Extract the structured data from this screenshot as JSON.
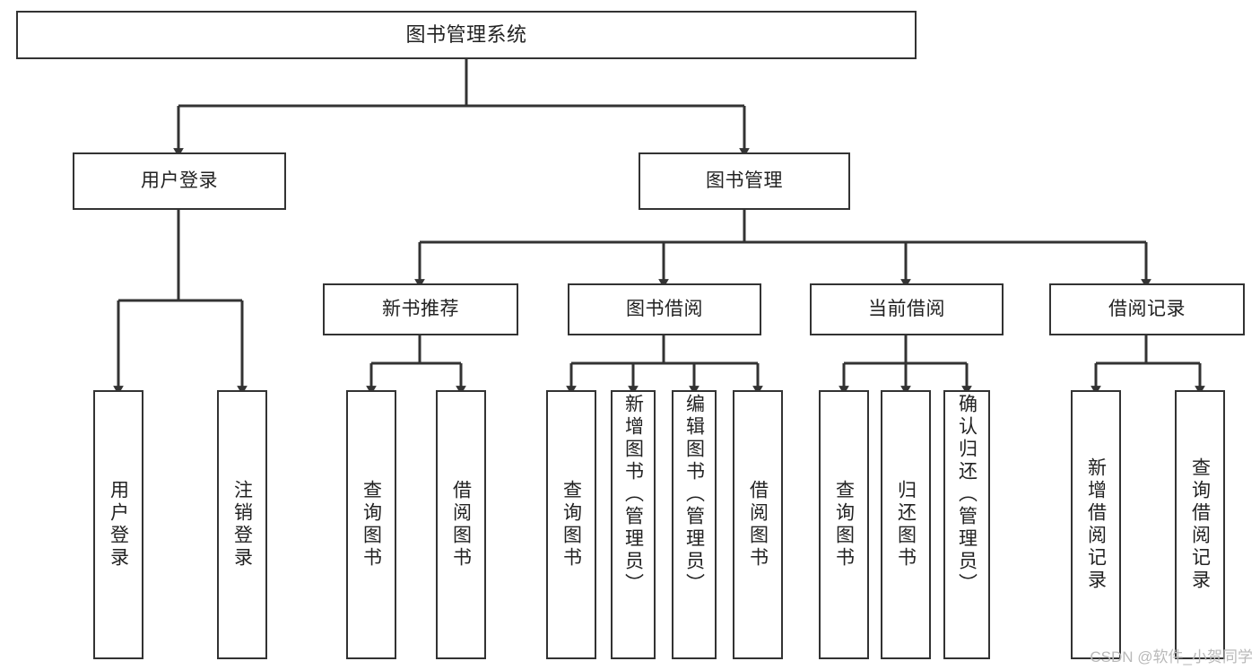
{
  "diagram": {
    "type": "tree",
    "title": "图书管理系统",
    "orientation": "top-down",
    "colors": {
      "box_border": "#333333",
      "box_fill": "#ffffff",
      "edge": "#333333",
      "text": "#222222",
      "watermark": "#b9b9b9",
      "background": "#ffffff"
    }
  },
  "watermark": {
    "text": "CSDN @软件_小贺同学"
  },
  "nodes": {
    "root": {
      "label": "图书管理系统",
      "level": 0,
      "orientation": "horizontal"
    },
    "level2": [
      {
        "id": "user-login",
        "label": "用户登录",
        "level": 1,
        "orientation": "horizontal"
      },
      {
        "id": "book-manage",
        "label": "图书管理",
        "level": 1,
        "orientation": "horizontal"
      }
    ],
    "level3": [
      {
        "id": "new-book-recommend",
        "label": "新书推荐",
        "level": 2,
        "orientation": "horizontal"
      },
      {
        "id": "book-borrow",
        "label": "图书借阅",
        "level": 2,
        "orientation": "horizontal"
      },
      {
        "id": "current-borrow",
        "label": "当前借阅",
        "level": 2,
        "orientation": "horizontal"
      },
      {
        "id": "borrow-record",
        "label": "借阅记录",
        "level": 2,
        "orientation": "horizontal"
      }
    ],
    "leaves": {
      "user_login": [
        {
          "id": "leaf-user-login",
          "label": "用户登录"
        },
        {
          "id": "leaf-logout-login",
          "label": "注销登录"
        }
      ],
      "new_book_recommend": [
        {
          "id": "leaf-query-book-1",
          "label": "查询图书"
        },
        {
          "id": "leaf-borrow-book-1",
          "label": "借阅图书"
        }
      ],
      "book_borrow": [
        {
          "id": "leaf-query-book-2",
          "label": "查询图书"
        },
        {
          "id": "leaf-add-book",
          "label": "新增图书（管理员）"
        },
        {
          "id": "leaf-edit-book",
          "label": "编辑图书（管理员）"
        },
        {
          "id": "leaf-borrow-book-2",
          "label": "借阅图书"
        }
      ],
      "current_borrow": [
        {
          "id": "leaf-query-book-3",
          "label": "查询图书"
        },
        {
          "id": "leaf-return-book",
          "label": "归还图书"
        },
        {
          "id": "leaf-confirm-return",
          "label": "确认归还（管理员）"
        }
      ],
      "borrow_record": [
        {
          "id": "leaf-add-record",
          "label": "新增借阅记录"
        },
        {
          "id": "leaf-query-record",
          "label": "查询借阅记录"
        }
      ]
    }
  }
}
